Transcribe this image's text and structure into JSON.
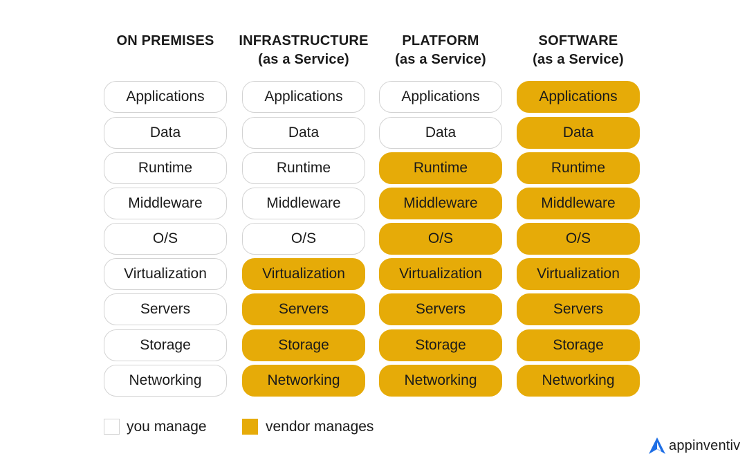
{
  "colors": {
    "vendor": "#e6ab08",
    "you": "#ffffff",
    "border": "#d3d3d3"
  },
  "columns": [
    {
      "title": "ON PREMISES",
      "subtitle": "",
      "layers": [
        {
          "label": "Applications",
          "managed_by": "you"
        },
        {
          "label": "Data",
          "managed_by": "you"
        },
        {
          "label": "Runtime",
          "managed_by": "you"
        },
        {
          "label": "Middleware",
          "managed_by": "you"
        },
        {
          "label": "O/S",
          "managed_by": "you"
        },
        {
          "label": "Virtualization",
          "managed_by": "you"
        },
        {
          "label": "Servers",
          "managed_by": "you"
        },
        {
          "label": "Storage",
          "managed_by": "you"
        },
        {
          "label": "Networking",
          "managed_by": "you"
        }
      ]
    },
    {
      "title": "INFRASTRUCTURE",
      "subtitle": "(as a Service)",
      "layers": [
        {
          "label": "Applications",
          "managed_by": "you"
        },
        {
          "label": "Data",
          "managed_by": "you"
        },
        {
          "label": "Runtime",
          "managed_by": "you"
        },
        {
          "label": "Middleware",
          "managed_by": "you"
        },
        {
          "label": "O/S",
          "managed_by": "you"
        },
        {
          "label": "Virtualization",
          "managed_by": "vendor"
        },
        {
          "label": "Servers",
          "managed_by": "vendor"
        },
        {
          "label": "Storage",
          "managed_by": "vendor"
        },
        {
          "label": "Networking",
          "managed_by": "vendor"
        }
      ]
    },
    {
      "title": "PLATFORM",
      "subtitle": "(as a Service)",
      "layers": [
        {
          "label": "Applications",
          "managed_by": "you"
        },
        {
          "label": "Data",
          "managed_by": "you"
        },
        {
          "label": "Runtime",
          "managed_by": "vendor"
        },
        {
          "label": "Middleware",
          "managed_by": "vendor"
        },
        {
          "label": "O/S",
          "managed_by": "vendor"
        },
        {
          "label": "Virtualization",
          "managed_by": "vendor"
        },
        {
          "label": "Servers",
          "managed_by": "vendor"
        },
        {
          "label": "Storage",
          "managed_by": "vendor"
        },
        {
          "label": "Networking",
          "managed_by": "vendor"
        }
      ]
    },
    {
      "title": "SOFTWARE",
      "subtitle": "(as a Service)",
      "layers": [
        {
          "label": "Applications",
          "managed_by": "vendor"
        },
        {
          "label": "Data",
          "managed_by": "vendor"
        },
        {
          "label": "Runtime",
          "managed_by": "vendor"
        },
        {
          "label": "Middleware",
          "managed_by": "vendor"
        },
        {
          "label": "O/S",
          "managed_by": "vendor"
        },
        {
          "label": "Virtualization",
          "managed_by": "vendor"
        },
        {
          "label": "Servers",
          "managed_by": "vendor"
        },
        {
          "label": "Storage",
          "managed_by": "vendor"
        },
        {
          "label": "Networking",
          "managed_by": "vendor"
        }
      ]
    }
  ],
  "legend": {
    "you": "you manage",
    "vendor": "vendor manages"
  },
  "logo": {
    "icon": "appinventiv-logo-icon",
    "text": "appinventiv"
  }
}
